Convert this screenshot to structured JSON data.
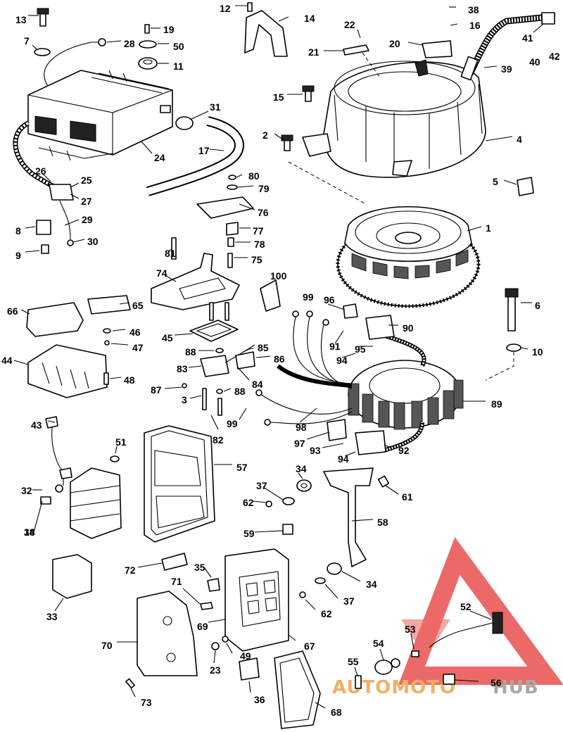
{
  "diagram": {
    "callouts": [
      "13",
      "12",
      "14",
      "38",
      "22",
      "16",
      "19",
      "7",
      "28",
      "50",
      "20",
      "21",
      "41",
      "42",
      "40",
      "11",
      "39",
      "15",
      "31",
      "2",
      "4",
      "17",
      "24",
      "80",
      "79",
      "5",
      "26",
      "25",
      "27",
      "76",
      "1",
      "29",
      "8",
      "77",
      "30",
      "78",
      "81",
      "9",
      "75",
      "74",
      "100",
      "6",
      "99",
      "96",
      "65",
      "66",
      "90",
      "46",
      "45",
      "88",
      "85",
      "47",
      "91",
      "95",
      "86",
      "10",
      "44",
      "83",
      "48",
      "84",
      "94",
      "89",
      "87",
      "3",
      "88b",
      "99b",
      "98",
      "43",
      "82",
      "97",
      "93",
      "92",
      "51",
      "57",
      "34",
      "94b",
      "37",
      "32",
      "61",
      "62",
      "18",
      "58",
      "34b",
      "59",
      "35",
      "72",
      "34c",
      "71",
      "37b",
      "33",
      "69",
      "62b",
      "67",
      "52",
      "70",
      "49",
      "53",
      "23",
      "54",
      "55",
      "73",
      "36",
      "56",
      "68"
    ],
    "colors": {
      "line": "#000000",
      "watermark_red": "#e8514f",
      "watermark_orange": "#f2a24a",
      "watermark_gray": "#9a9a9a"
    }
  },
  "watermark": {
    "part1": "AUTOMOTO",
    "part2": "HUB"
  }
}
